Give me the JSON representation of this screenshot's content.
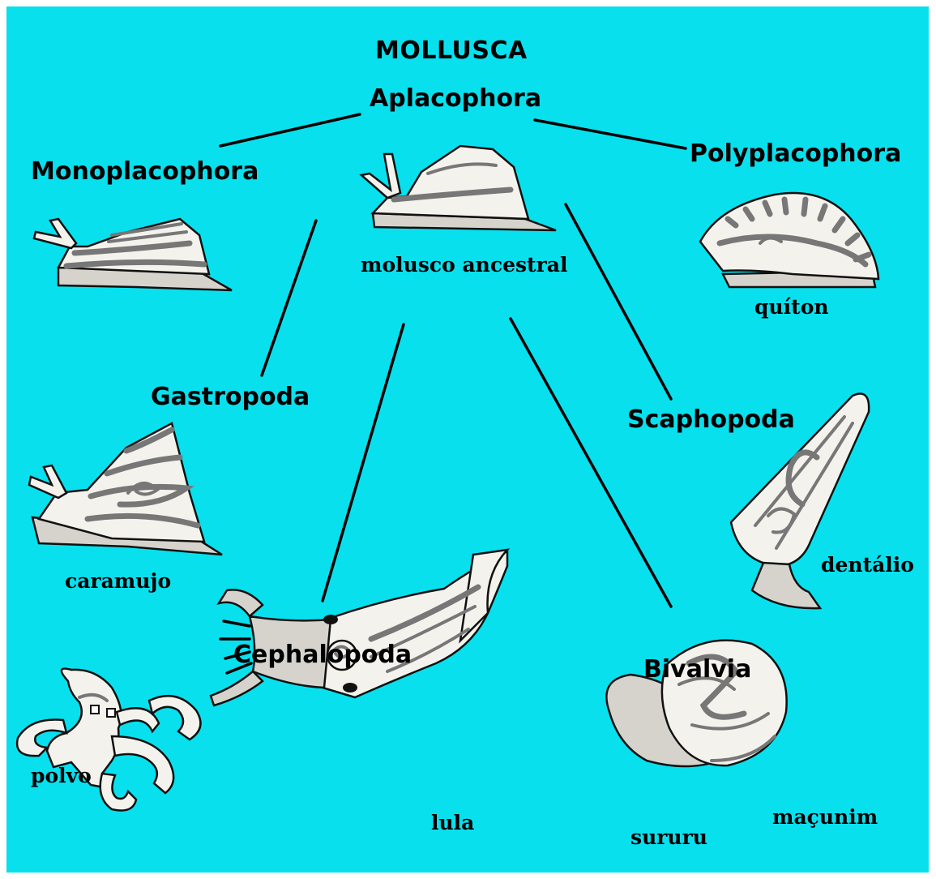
{
  "title": "MOLLUSCA",
  "root": {
    "taxon": "Aplacophora",
    "common_name": "molusco ancestral"
  },
  "taxa": {
    "monoplacophora": {
      "taxon": "Monoplacophora",
      "common_name": ""
    },
    "polyplacophora": {
      "taxon": "Polyplacophora",
      "common_name": "quíton"
    },
    "gastropoda": {
      "taxon": "Gastropoda",
      "common_name": "caramujo"
    },
    "scaphopoda": {
      "taxon": "Scaphopoda",
      "common_name": "dentálio"
    },
    "cephalopoda": {
      "taxon": "Cephalopoda",
      "common_names": [
        "polvo",
        "lula"
      ]
    },
    "bivalvia": {
      "taxon": "Bivalvia",
      "common_names": [
        "sururu",
        "maçunim"
      ]
    }
  },
  "colors": {
    "background": "#08e0ee",
    "line": "#000000",
    "illustration_fill": "#f4f2ec",
    "illustration_shading": "#777777"
  },
  "icons": [
    "ancestral-mollusk-icon",
    "monoplacophoran-icon",
    "chiton-icon",
    "snail-icon",
    "tusk-shell-icon",
    "octopus-icon",
    "squid-icon",
    "bivalve-icon"
  ]
}
